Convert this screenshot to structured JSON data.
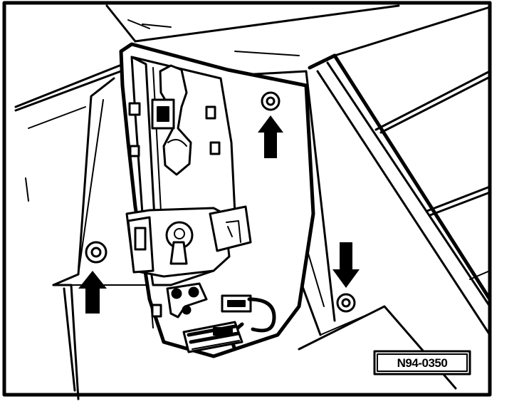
{
  "figure": {
    "label": "N94-0350",
    "arrows": [
      {
        "name": "arrow-up-left",
        "direction": "up"
      },
      {
        "name": "arrow-up-right",
        "direction": "up"
      },
      {
        "name": "arrow-down-right",
        "direction": "down"
      }
    ]
  }
}
